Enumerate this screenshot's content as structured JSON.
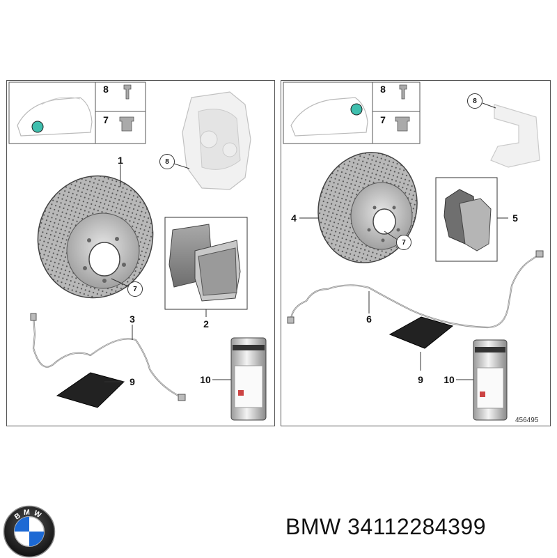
{
  "left_panel": {
    "callouts": {
      "c1": "1",
      "c2": "2",
      "c3": "3",
      "c7_inset": "7",
      "c8_inset": "8",
      "c7_circle": "7",
      "c8_circle": "8",
      "c9": "9",
      "c10": "10"
    }
  },
  "right_panel": {
    "callouts": {
      "c4": "4",
      "c5": "5",
      "c6": "6",
      "c7_inset": "7",
      "c8_inset": "8",
      "c7_circle": "7",
      "c8_circle": "8",
      "c9": "9",
      "c10": "10"
    },
    "reference": "456495"
  },
  "footer": {
    "brand": "BMW",
    "part_number": "34112284399",
    "logo_letters": "BMW"
  },
  "colors": {
    "marker": "#3fbfae",
    "line": "#333333",
    "metal": "#bdbdbd",
    "pad": "#8a8a8a"
  }
}
